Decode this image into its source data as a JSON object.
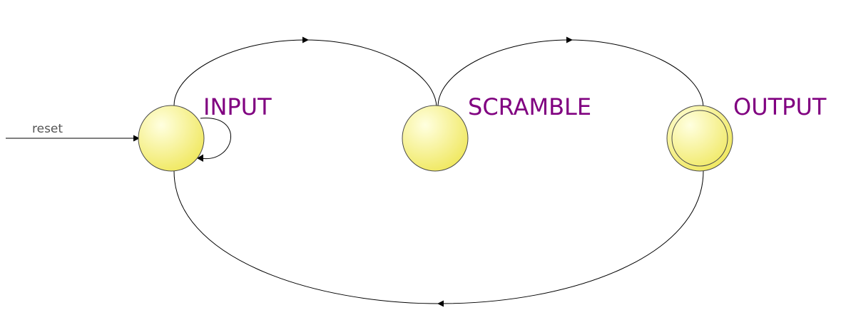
{
  "diagram": {
    "type": "state-machine",
    "reset_label": "reset",
    "label_color": "#800080",
    "state_fill_light": "#ffffe0",
    "state_fill_dark": "#f0e860",
    "states": [
      {
        "id": "input",
        "label": "INPUT",
        "initial": true,
        "accepting": false
      },
      {
        "id": "scramble",
        "label": "SCRAMBLE",
        "initial": false,
        "accepting": false
      },
      {
        "id": "output",
        "label": "OUTPUT",
        "initial": false,
        "accepting": true
      }
    ],
    "transitions": [
      {
        "from": "reset",
        "to": "input"
      },
      {
        "from": "input",
        "to": "input"
      },
      {
        "from": "input",
        "to": "scramble"
      },
      {
        "from": "scramble",
        "to": "output"
      },
      {
        "from": "output",
        "to": "input"
      }
    ]
  }
}
